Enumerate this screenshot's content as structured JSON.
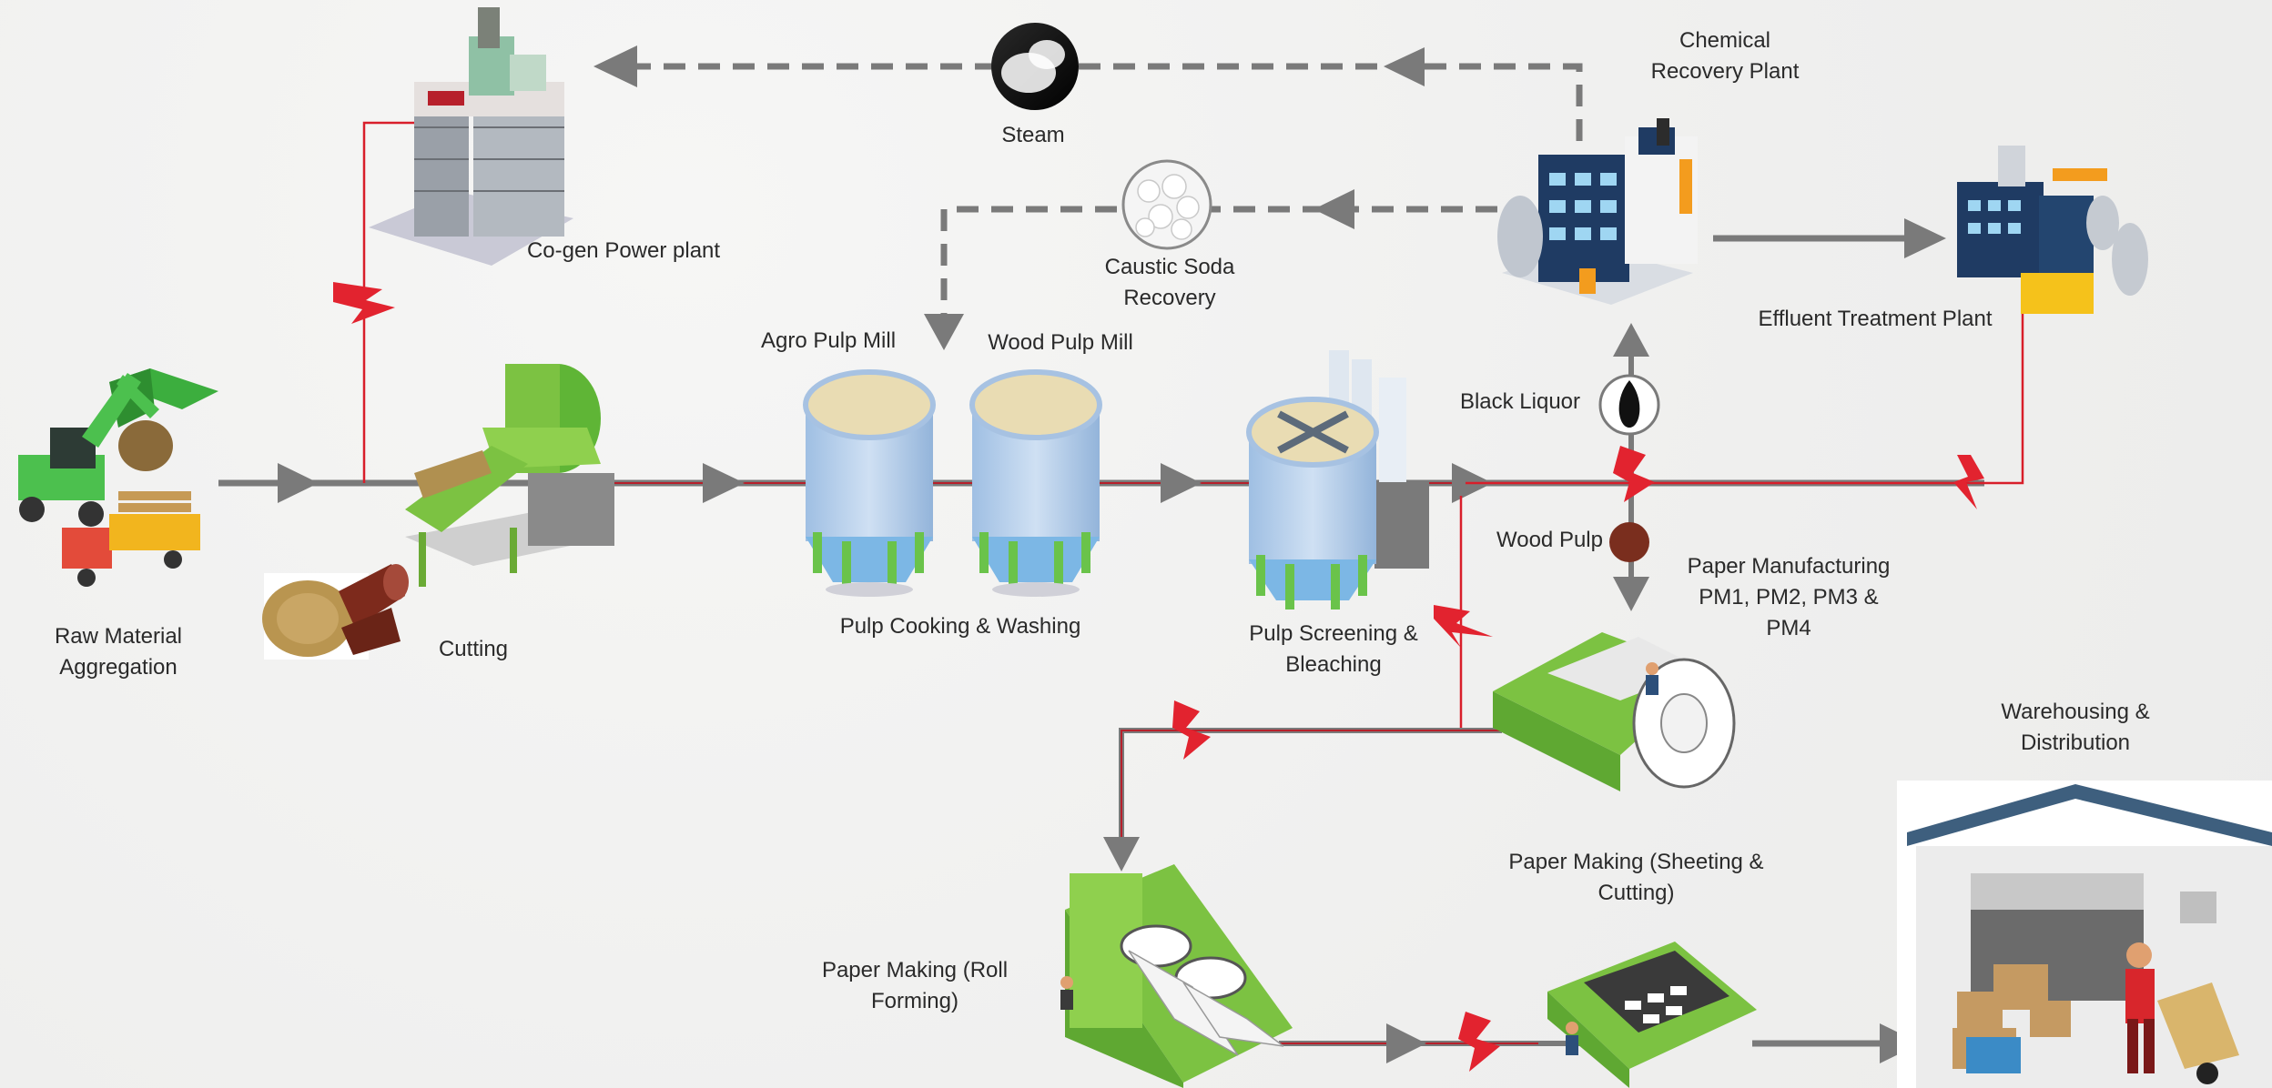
{
  "labels": {
    "raw_material": [
      "Raw Material",
      "Aggregation"
    ],
    "cutting": [
      "Cutting"
    ],
    "cogen": [
      "Co-gen Power plant"
    ],
    "steam": [
      "Steam"
    ],
    "caustic": [
      "Caustic Soda",
      "Recovery"
    ],
    "agro_pulp_mill": [
      "Agro Pulp Mill"
    ],
    "wood_pulp_mill": [
      "Wood Pulp Mill"
    ],
    "pulp_cooking": [
      "Pulp Cooking & Washing"
    ],
    "pulp_screening": [
      "Pulp Screening &",
      "Bleaching"
    ],
    "chemical_recovery": [
      "Chemical",
      "Recovery Plant"
    ],
    "effluent": [
      "Effluent Treatment Plant"
    ],
    "black_liquor": [
      "Black Liquor"
    ],
    "wood_pulp": [
      "Wood Pulp"
    ],
    "paper_manufacturing": [
      "Paper Manufacturing",
      "PM1, PM2, PM3 &",
      "PM4"
    ],
    "sheeting": [
      "Paper Making (Sheeting &",
      "Cutting)"
    ],
    "roll_forming": [
      "Paper Making (Roll",
      "Forming)"
    ],
    "warehousing": [
      "Warehousing &",
      "Distribution"
    ]
  },
  "colors": {
    "flow_gray": "#7a7a7a",
    "power_red": "#d81e2a",
    "machine_green": "#7cc242",
    "tank_blue": "#b9d3ee",
    "building_navy": "#1f3b63"
  },
  "icons": [
    "excavator-truck-icon",
    "cutter-machine-icon",
    "cogen-plant-icon",
    "steam-ball-icon",
    "caustic-soda-ball-icon",
    "digester-tank-icon",
    "bleaching-tank-icon",
    "chemical-plant-icon",
    "effluent-plant-icon",
    "black-liquor-drop-icon",
    "wood-pulp-dot-icon",
    "paper-machine-icon",
    "roll-forming-machine-icon",
    "sheeting-machine-icon",
    "warehouse-icon"
  ]
}
